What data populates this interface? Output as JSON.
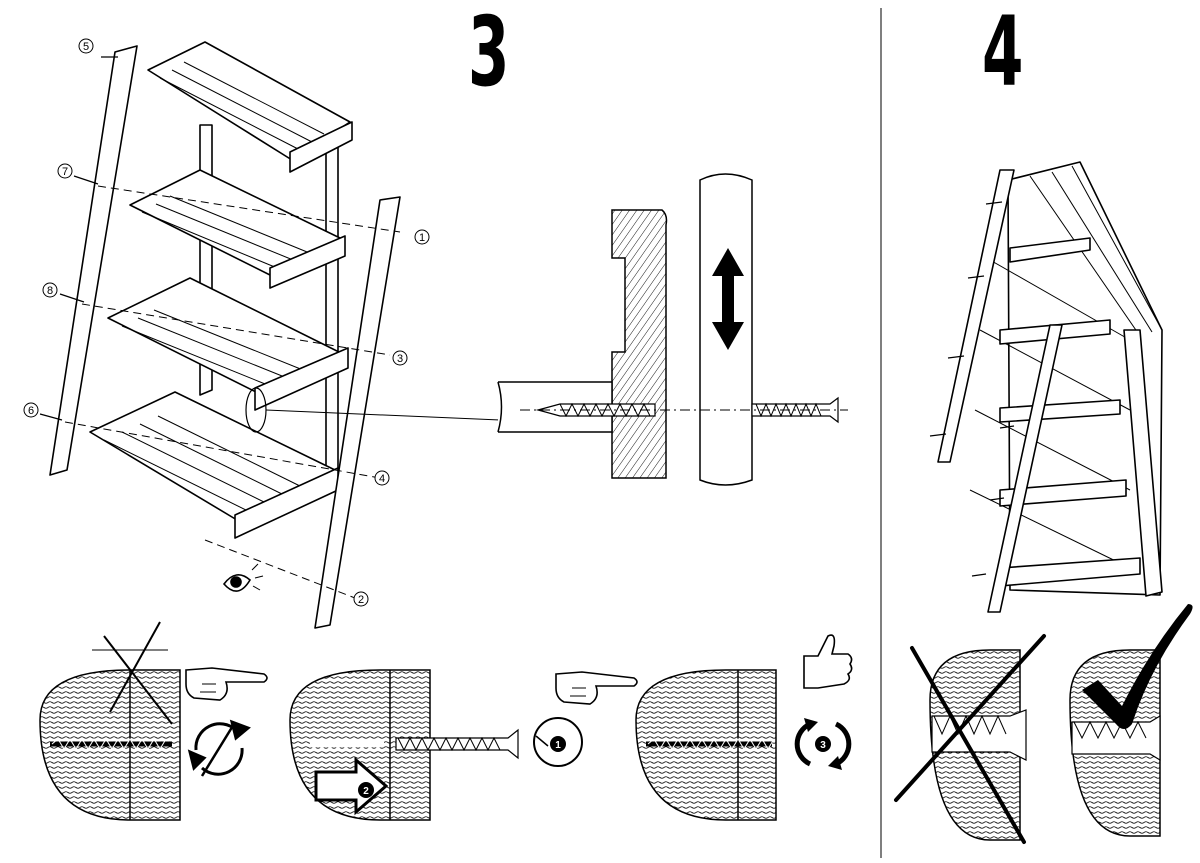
{
  "steps": [
    {
      "number": "3"
    },
    {
      "number": "4"
    }
  ],
  "callouts": [
    "1",
    "2",
    "3",
    "4",
    "5",
    "6",
    "7",
    "8"
  ],
  "badges": [
    "1",
    "2",
    "3"
  ],
  "icons": [
    "eye-icon",
    "pointing-hand-icon",
    "thumbs-up-icon",
    "rotate-icon",
    "push-arrow-icon",
    "circle-turn-icon",
    "double-arrow-icon",
    "cross-icon",
    "checkmark-icon"
  ]
}
